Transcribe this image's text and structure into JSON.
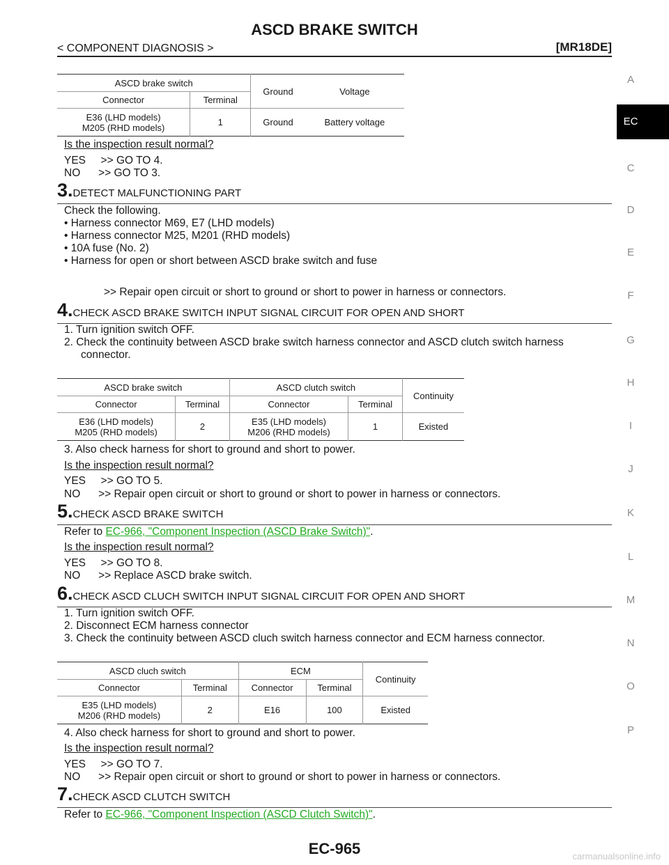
{
  "header": {
    "title": "ASCD BRAKE SWITCH",
    "breadcrumb": "< COMPONENT DIAGNOSIS >",
    "engine_code": "[MR18DE]"
  },
  "side_index": {
    "letters": [
      "A",
      "EC",
      "C",
      "D",
      "E",
      "F",
      "G",
      "H",
      "I",
      "J",
      "K",
      "L",
      "M",
      "N",
      "O",
      "P"
    ],
    "active": "EC"
  },
  "table1": {
    "group": "ASCD brake switch",
    "col_connector": "Connector",
    "col_terminal": "Terminal",
    "col_ground": "Ground",
    "col_voltage": "Voltage",
    "row": {
      "connector_line1": "E36 (LHD models)",
      "connector_line2": "M205 (RHD models)",
      "terminal": "1",
      "ground": "Ground",
      "voltage": "Battery voltage"
    }
  },
  "block2": {
    "question": "Is the inspection result normal?",
    "yes": "YES     >> GO TO 4.",
    "no": "NO      >> GO TO 3."
  },
  "step3": {
    "num": "3.",
    "title": "DETECT MALFUNCTIONING PART",
    "intro": "Check the following.",
    "bullets": [
      "• Harness connector M69, E7 (LHD models)",
      "• Harness connector M25, M201 (RHD models)",
      "• 10A fuse (No. 2)",
      "• Harness for open or short between ASCD brake switch and fuse"
    ],
    "action": ">> Repair open circuit or short to ground or short to power in harness or connectors."
  },
  "step4": {
    "num": "4.",
    "title": "CHECK ASCD BRAKE SWITCH INPUT SIGNAL CIRCUIT FOR OPEN AND SHORT",
    "line1": "1. Turn ignition switch OFF.",
    "line2": "2. Check the continuity between ASCD brake switch harness connector and ASCD clutch switch harness",
    "line2b": "connector.",
    "line3": "3. Also check harness for short to ground and short to power.",
    "question": "Is the inspection result normal?",
    "yes": "YES     >> GO TO 5.",
    "no": "NO      >> Repair open circuit or short to ground or short to power in harness or connectors."
  },
  "table2": {
    "group1": "ASCD brake switch",
    "group2": "ASCD clutch switch",
    "continuity": "Continuity",
    "connector": "Connector",
    "terminal": "Terminal",
    "row": {
      "c1_line1": "E36 (LHD models)",
      "c1_line2": "M205 (RHD models)",
      "t1": "2",
      "c2_line1": "E35 (LHD models)",
      "c2_line2": "M206 (RHD models)",
      "t2": "1",
      "result": "Existed"
    }
  },
  "step5": {
    "num": "5.",
    "title": "CHECK ASCD BRAKE SWITCH",
    "refer_prefix": "Refer to ",
    "link": "EC-966, \"Component Inspection (ASCD Brake Switch)\"",
    "refer_suffix": ".",
    "question": "Is the inspection result normal?",
    "yes": "YES     >> GO TO 8.",
    "no": "NO      >> Replace ASCD brake switch."
  },
  "step6": {
    "num": "6.",
    "title": "CHECK ASCD CLUCH SWITCH INPUT SIGNAL CIRCUIT FOR OPEN AND SHORT",
    "line1": "1. Turn ignition switch OFF.",
    "line2": "2. Disconnect ECM harness connector",
    "line3": "3. Check the continuity between ASCD cluch switch harness connector and ECM harness connector.",
    "line4": "4. Also check harness for short to ground and short to power.",
    "question": "Is the inspection result normal?",
    "yes": "YES     >> GO TO 7.",
    "no": "NO      >> Repair open circuit or short to ground or short to power in harness or connectors."
  },
  "table3": {
    "group1": "ASCD cluch switch",
    "group2": "ECM",
    "continuity": "Continuity",
    "connector": "Connector",
    "terminal": "Terminal",
    "row": {
      "c1_line1": "E35 (LHD models)",
      "c1_line2": "M206 (RHD models)",
      "t1": "2",
      "c2": "E16",
      "t2": "100",
      "result": "Existed"
    }
  },
  "step7": {
    "num": "7.",
    "title": "CHECK ASCD CLUTCH SWITCH",
    "refer_prefix": "Refer to ",
    "link": "EC-966, \"Component Inspection (ASCD Clutch Switch)\"",
    "refer_suffix": "."
  },
  "footer": {
    "page_number": "EC-965",
    "watermark": "carmanualsonline.info"
  }
}
